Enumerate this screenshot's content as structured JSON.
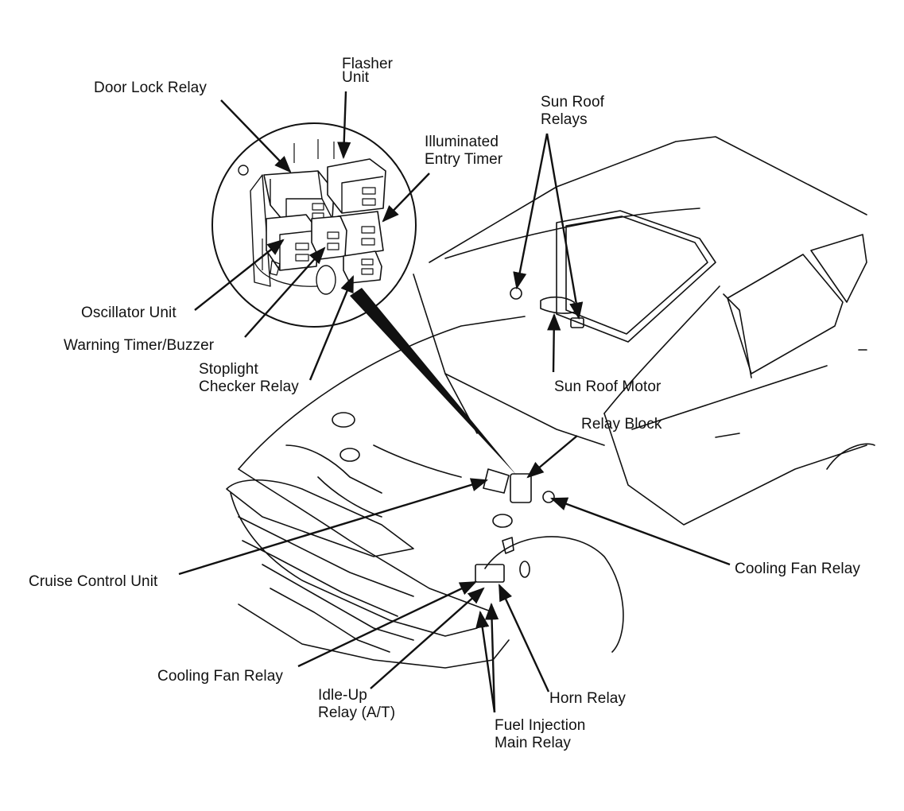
{
  "colors": {
    "ink": "#111111",
    "paper": "#ffffff"
  },
  "labels": {
    "door_lock_relay": "Door Lock Relay",
    "flasher_unit": [
      "Flasher",
      "Unit"
    ],
    "illuminated_entry_timer": [
      "Illuminated",
      "Entry Timer"
    ],
    "sun_roof_relays": [
      "Sun Roof",
      "Relays"
    ],
    "oscillator_unit": "Oscillator Unit",
    "warning_timer_buzzer": "Warning Timer/Buzzer",
    "stoplight_checker_relay": [
      "Stoplight",
      "Checker Relay"
    ],
    "sun_roof_motor": "Sun Roof Motor",
    "relay_block": "Relay Block",
    "cruise_control_unit": "Cruise Control Unit",
    "cooling_fan_relay_right": "Cooling Fan Relay",
    "cooling_fan_relay_left": "Cooling Fan Relay",
    "idle_up_relay": [
      "Idle-Up",
      "Relay (A/T)"
    ],
    "horn_relay": "Horn Relay",
    "fuel_injection_main_relay": [
      "Fuel Injection",
      "Main Relay"
    ]
  }
}
